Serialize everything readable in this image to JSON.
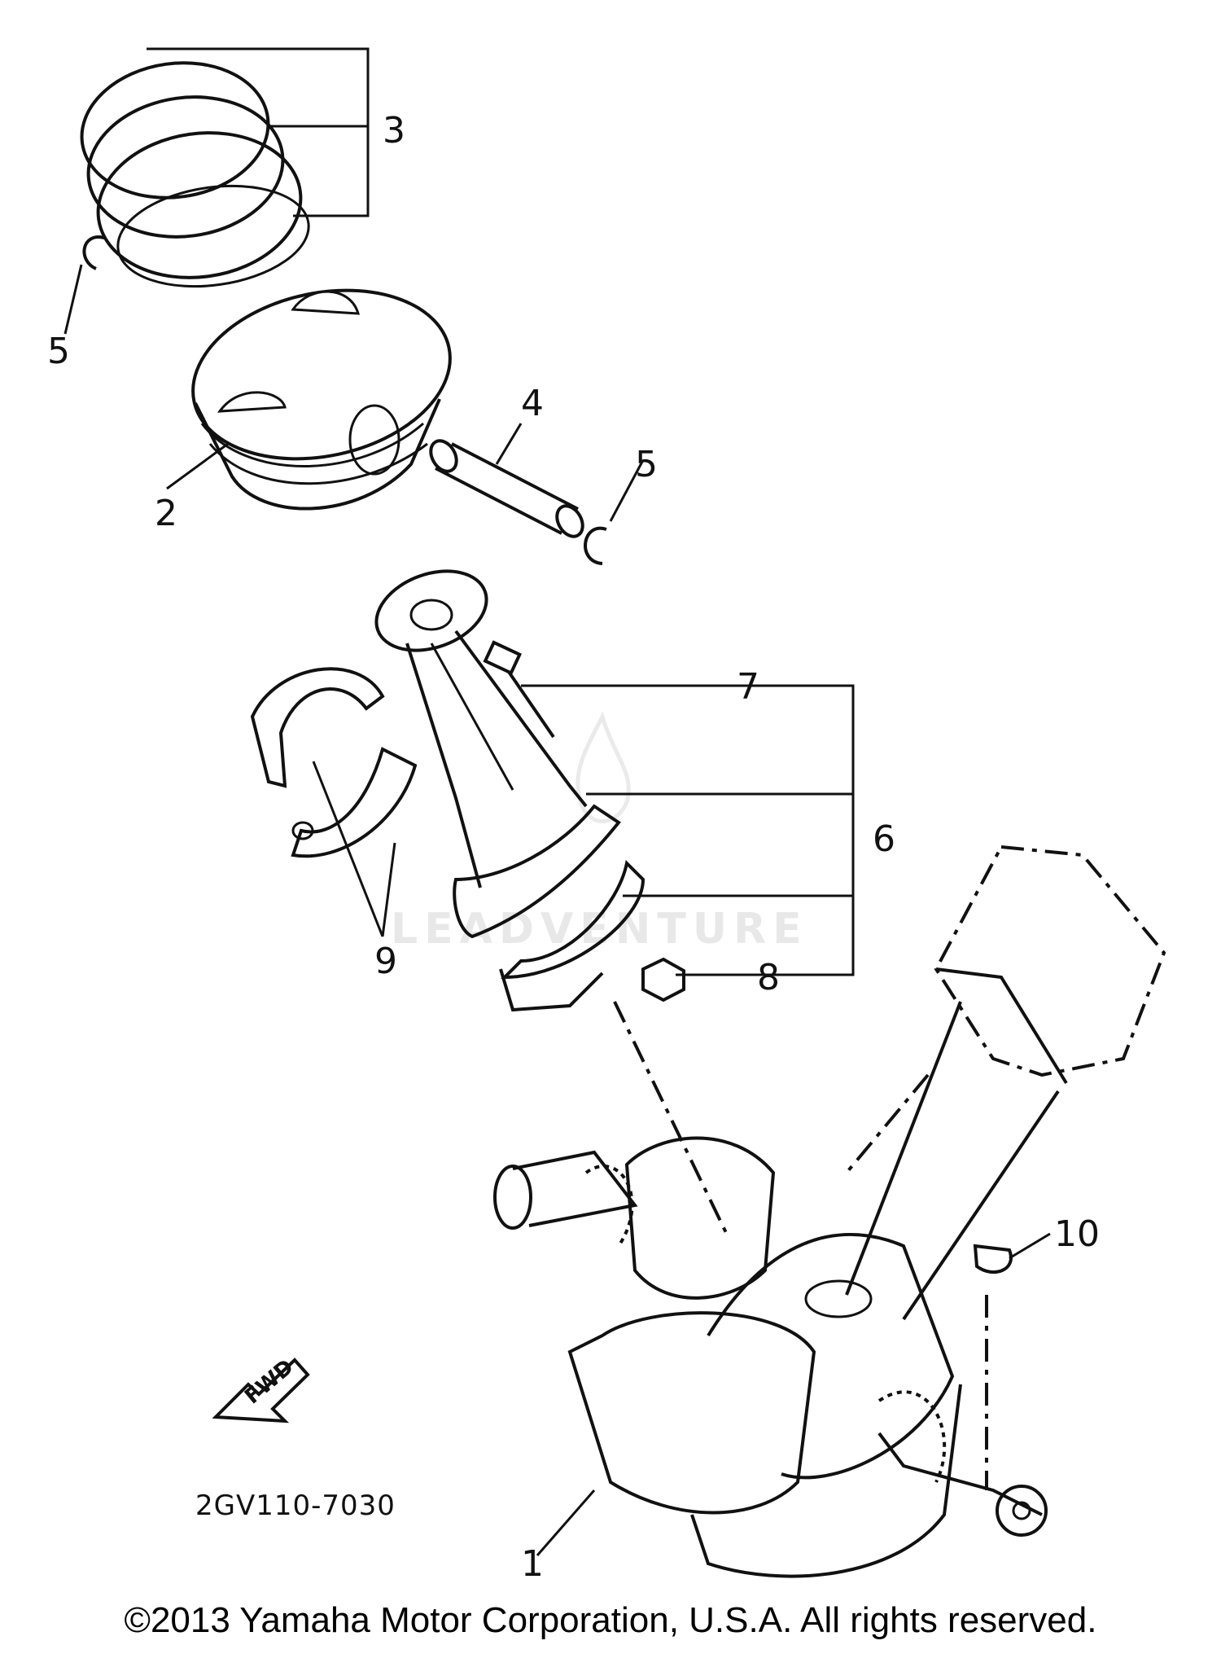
{
  "callouts": {
    "c1": "1",
    "c2": "2",
    "c3": "3",
    "c4": "4",
    "c5a": "5",
    "c5b": "5",
    "c6": "6",
    "c7": "7",
    "c8": "8",
    "c9": "9",
    "c10": "10"
  },
  "diagram_code": "2GV110-7030",
  "fwd_label": "FWD",
  "watermark": "LEADVENTURE",
  "copyright": "©2013 Yamaha Motor Corporation, U.S.A. All rights reserved."
}
